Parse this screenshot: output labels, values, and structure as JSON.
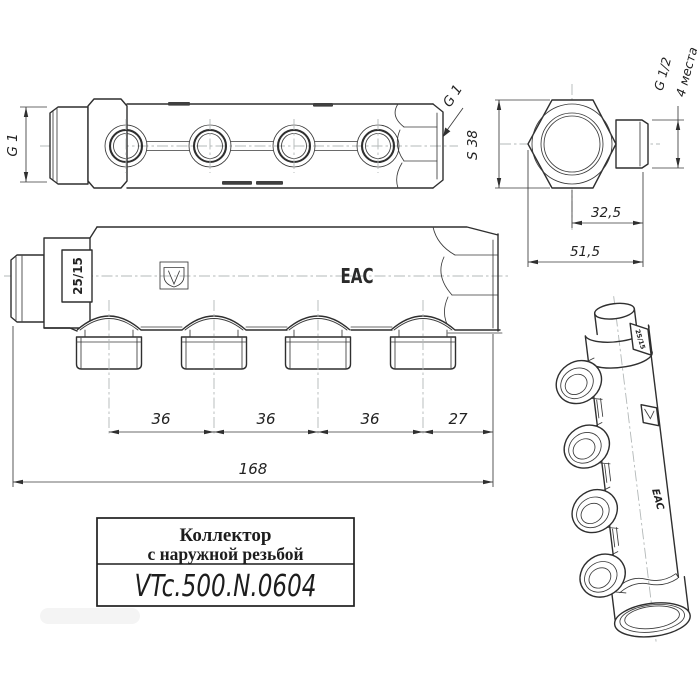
{
  "title_block": {
    "name_line1": "Коллектор",
    "name_line2": "с наружной резьбой",
    "article": "VTc.500.N.0604"
  },
  "side_view": {
    "thread_label_left": "G 1",
    "thread_label_right": "G 1"
  },
  "end_view": {
    "hex_size": "S 38",
    "outlet_thread": "G 1/2",
    "outlet_places": "4 места",
    "dim_center_to_face": "32,5",
    "dim_overall_width": "51,5"
  },
  "front_view": {
    "marking": "25/15",
    "eac_mark": "EAC",
    "dim_port_spacing": "36",
    "dim_end_offset": "27",
    "dim_total_length": "168"
  },
  "iso_view": {
    "marking": "25/15",
    "eac_mark": "EAC"
  },
  "colors": {
    "line": "#2f2f2f",
    "centerline": "#b3b8b8",
    "background": "#ffffff"
  }
}
